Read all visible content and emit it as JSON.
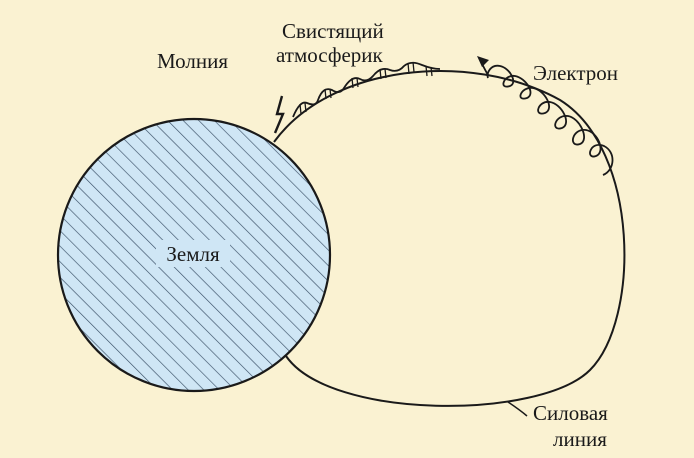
{
  "labels": {
    "earth": "Земля",
    "lightning": "Молния",
    "whistler_line1": "Свистящий",
    "whistler_line2": "атмосферик",
    "electron": "Электрон",
    "field_line_line1": "Силовая",
    "field_line_line2": "линия"
  },
  "colors": {
    "background": "#faf2d2",
    "earth_fill": "#cfe6f5",
    "hatch": "#3a4f66",
    "stroke": "#1a1a1a"
  },
  "icons": {
    "lightning": "lightning-bolt-icon",
    "electron_arrow": "arrowhead-icon"
  }
}
